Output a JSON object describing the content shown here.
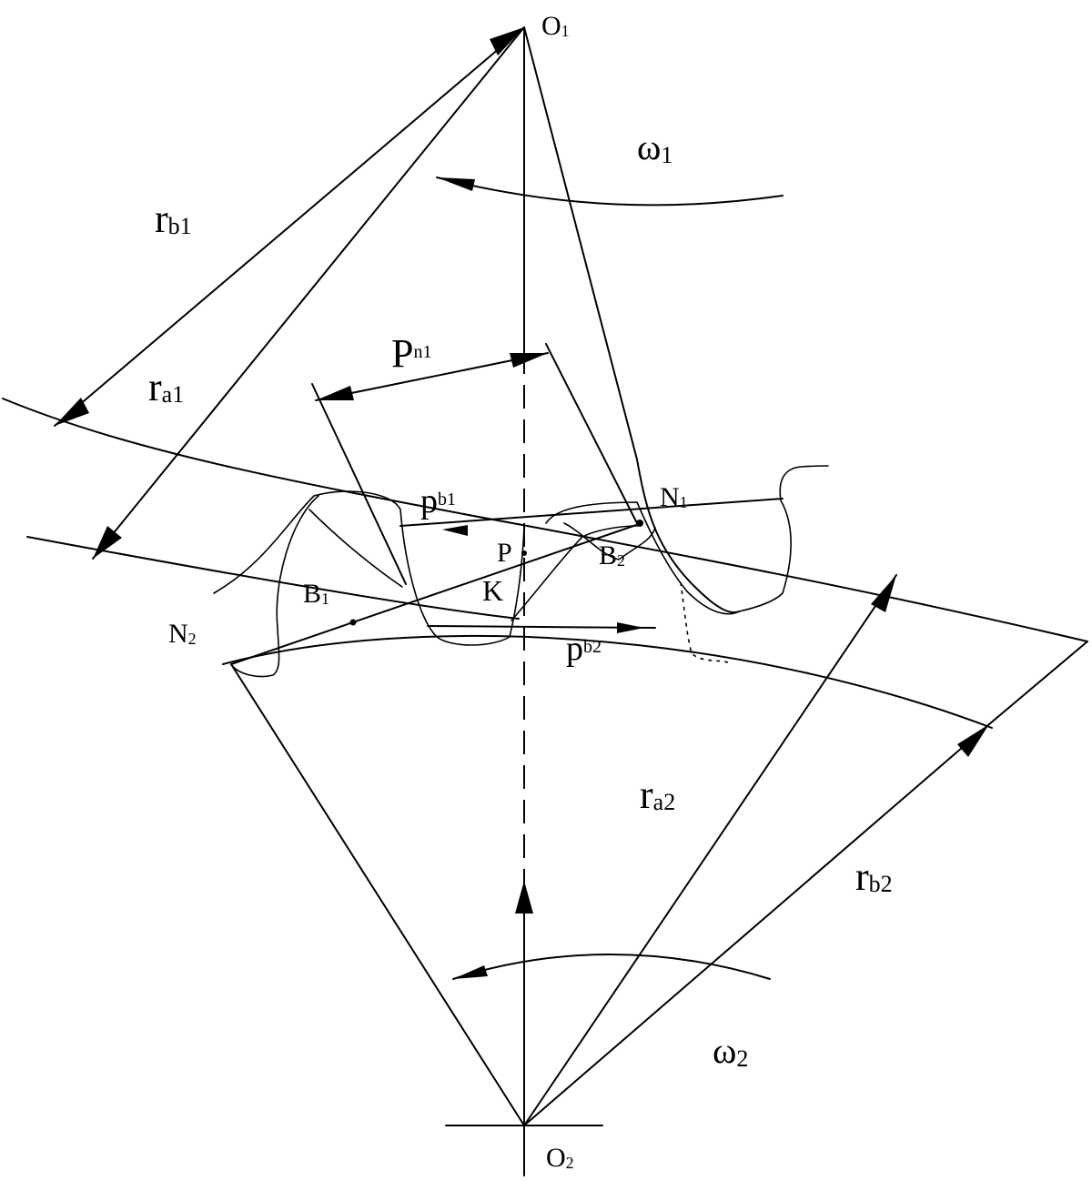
{
  "labels": {
    "o1": {
      "main": "O",
      "sub": "1"
    },
    "o2": {
      "main": "O",
      "sub": "2"
    },
    "omega1": {
      "main": "ω",
      "sub": "1"
    },
    "omega2": {
      "main": "ω",
      "sub": "2"
    },
    "rb1": {
      "main": "r",
      "sub": "b1"
    },
    "ra1": {
      "main": "r",
      "sub": "a1"
    },
    "ra2": {
      "main": "r",
      "sub": "a2"
    },
    "rb2": {
      "main": "r",
      "sub": "b2"
    },
    "pn1": {
      "main": "P",
      "sub": "n1"
    },
    "pb1": {
      "main": "p",
      "sub": "b1"
    },
    "pb2": {
      "main": "p",
      "sub": "b2"
    },
    "n1": {
      "main": "N",
      "sub": "1"
    },
    "n2": {
      "main": "N",
      "sub": "2"
    },
    "b1": {
      "main": "B",
      "sub": "1"
    },
    "b2": {
      "main": "B",
      "sub": "2"
    },
    "p": {
      "main": "P"
    },
    "k": {
      "main": "K"
    }
  }
}
